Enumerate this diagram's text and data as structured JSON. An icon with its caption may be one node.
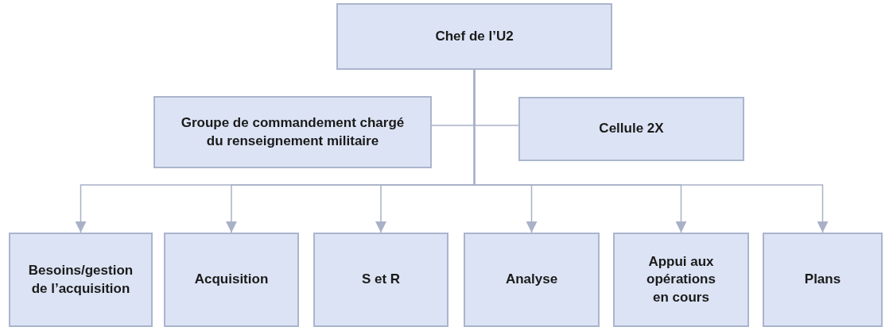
{
  "diagram": {
    "nodes": [
      {
        "text": [
          "Chef de l’U2"
        ]
      },
      {
        "text": [
          "Groupe de commandement chargé du renseignement militaire"
        ]
      },
      {
        "text": [
          "Cellule 2X"
        ]
      },
      {
        "text": [
          "Besoins/gestion de l’acquisition"
        ]
      },
      {
        "text": [
          "Acquisition"
        ]
      },
      {
        "text": [
          "S et R"
        ]
      },
      {
        "text": [
          "Analyse"
        ]
      },
      {
        "text": [
          "Appui aux opérations en cours"
        ]
      },
      {
        "text": [
          "Plans"
        ]
      }
    ],
    "edges": [
      {
        "from": 0,
        "to": 1,
        "arrow": "none"
      },
      {
        "from": 0,
        "to": 2,
        "arrow": "none"
      },
      {
        "from": 0,
        "to": 3,
        "arrow": "to"
      },
      {
        "from": 0,
        "to": 4,
        "arrow": "to"
      },
      {
        "from": 0,
        "to": 5,
        "arrow": "to"
      },
      {
        "from": 0,
        "to": 6,
        "arrow": "to"
      },
      {
        "from": 0,
        "to": 7,
        "arrow": "to"
      },
      {
        "from": 0,
        "to": 8,
        "arrow": "to"
      }
    ]
  }
}
